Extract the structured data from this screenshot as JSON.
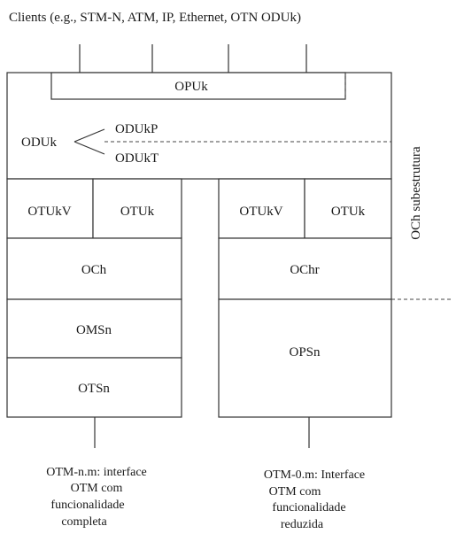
{
  "header": {
    "clients_label": "Clients (e.g., STM-N, ATM, IP, Ethernet, OTN ODUk)"
  },
  "layers": {
    "opuk": "OPUk",
    "oduk": "ODUk",
    "odukp": "ODUkP",
    "odukt": "ODUkT",
    "left": {
      "otukv": "OTUkV",
      "otuk": "OTUk",
      "och": "OCh",
      "omsn": "OMSn",
      "otsn": "OTSn"
    },
    "right": {
      "otukv": "OTUkV",
      "otuk": "OTUk",
      "ochr": "OChr",
      "opsn": "OPSn"
    }
  },
  "side_label": "OCh subestrutura",
  "captions": {
    "left": [
      "OTM-n.m: interface",
      "OTM com",
      "funcionalidade",
      "completa"
    ],
    "right": [
      "OTM-0.m: Interface",
      "OTM com",
      "funcionalidade",
      "reduzida"
    ]
  }
}
